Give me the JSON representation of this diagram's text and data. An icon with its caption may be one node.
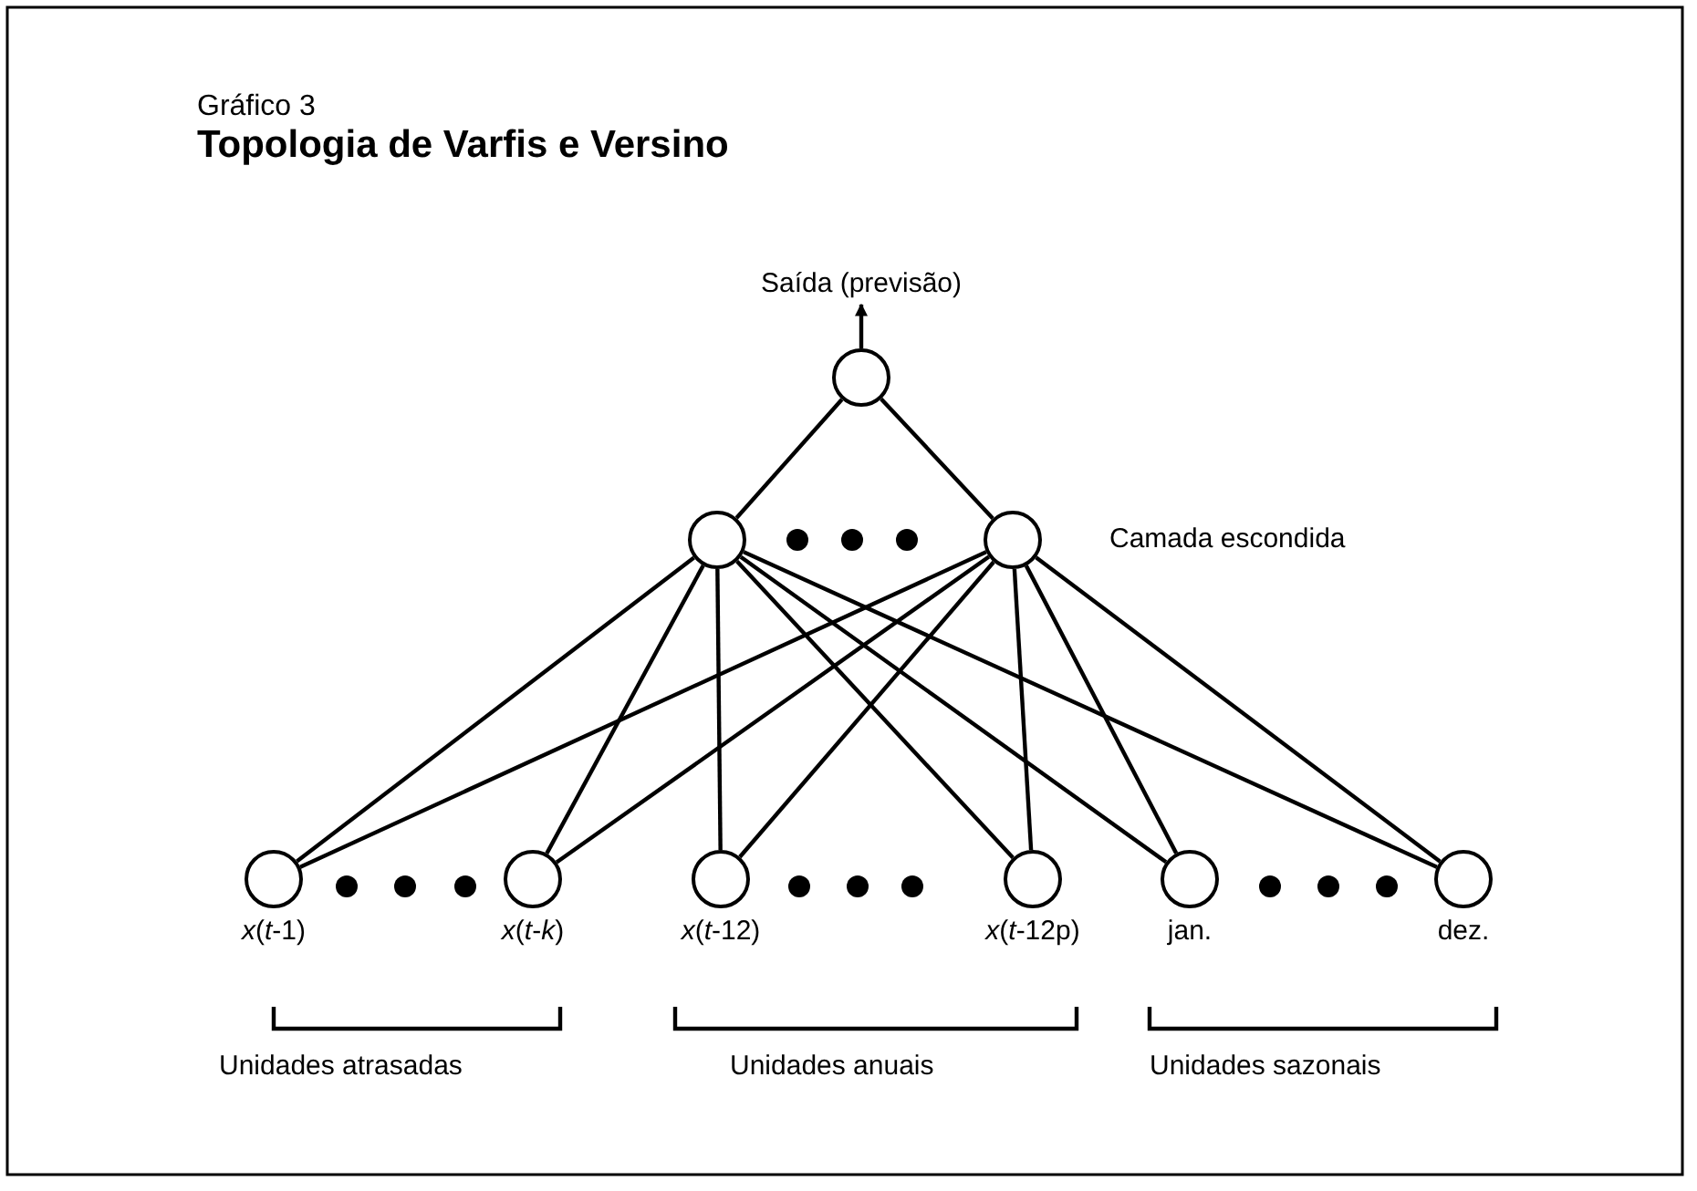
{
  "diagram": {
    "title": "Topologia de Varfis e Versino",
    "nodes": [
      {
        "text": [
          "Saída (previsão)"
        ]
      },
      {
        "text": [],
        "shape": "circle"
      },
      {
        "text": [],
        "shape": "circle"
      },
      {
        "text": [],
        "shape": "circle"
      },
      {
        "text": [],
        "shape": "circle",
        "beside": [
          "*x*(*t*-1)"
        ]
      },
      {
        "text": [],
        "shape": "circle",
        "beside": [
          "*x*(*t*-*k*)"
        ]
      },
      {
        "text": [],
        "shape": "circle",
        "beside": [
          "*x*(*t*-12)"
        ]
      },
      {
        "text": [],
        "shape": "circle",
        "beside": [
          "*x*(*t*-12p)"
        ]
      },
      {
        "text": [],
        "shape": "circle",
        "beside": [
          "jan."
        ]
      },
      {
        "text": [],
        "shape": "circle",
        "beside": [
          "dez."
        ]
      }
    ],
    "edges": [
      {
        "from": 1,
        "to": 0,
        "arrow": "to"
      },
      {
        "from": 1,
        "to": 2,
        "arrow": "none"
      },
      {
        "from": 1,
        "to": 3,
        "arrow": "none"
      },
      {
        "from": 2,
        "to": 4,
        "arrow": "none"
      },
      {
        "from": 2,
        "to": 5,
        "arrow": "none"
      },
      {
        "from": 2,
        "to": 6,
        "arrow": "none"
      },
      {
        "from": 2,
        "to": 7,
        "arrow": "none"
      },
      {
        "from": 2,
        "to": 8,
        "arrow": "none"
      },
      {
        "from": 2,
        "to": 9,
        "arrow": "none"
      },
      {
        "from": 3,
        "to": 4,
        "arrow": "none"
      },
      {
        "from": 3,
        "to": 5,
        "arrow": "none"
      },
      {
        "from": 3,
        "to": 6,
        "arrow": "none"
      },
      {
        "from": 3,
        "to": 7,
        "arrow": "none"
      },
      {
        "from": 3,
        "to": 8,
        "arrow": "none"
      },
      {
        "from": 3,
        "to": 9,
        "arrow": "none"
      }
    ],
    "labels": [
      "Gráfico 3",
      "Camada escondida",
      "Unidades atrasadas",
      "Unidades anuais",
      "Unidades sazonais"
    ]
  }
}
